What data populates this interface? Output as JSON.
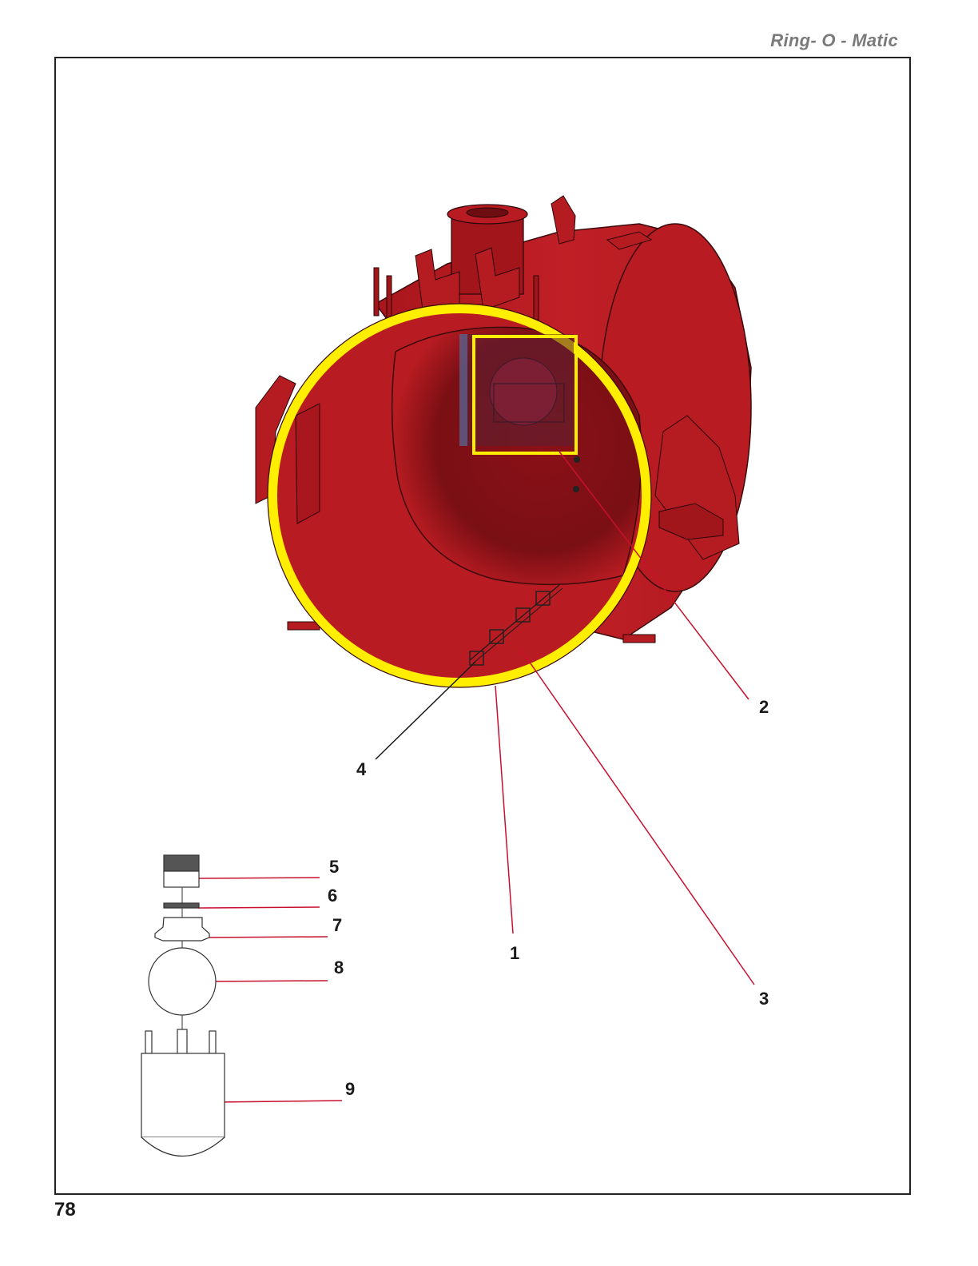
{
  "header": {
    "title": "Ring- O - Matic"
  },
  "page": {
    "number": "78"
  },
  "figure": {
    "description": "Exploded parts diagram of a red cylindrical tank with yellow-highlighted ring, inset box, and float valve assembly",
    "colors": {
      "tank_red": "#b81c22",
      "tank_dark": "#7d1015",
      "highlight_yellow": "#ffee00",
      "leader_red": "#c8102e",
      "leader_black": "#1a1a1a"
    },
    "callouts": [
      {
        "id": "1",
        "label": "1"
      },
      {
        "id": "2",
        "label": "2"
      },
      {
        "id": "3",
        "label": "3"
      },
      {
        "id": "4",
        "label": "4"
      },
      {
        "id": "5",
        "label": "5"
      },
      {
        "id": "6",
        "label": "6"
      },
      {
        "id": "7",
        "label": "7"
      },
      {
        "id": "8",
        "label": "8"
      },
      {
        "id": "9",
        "label": "9"
      }
    ]
  }
}
